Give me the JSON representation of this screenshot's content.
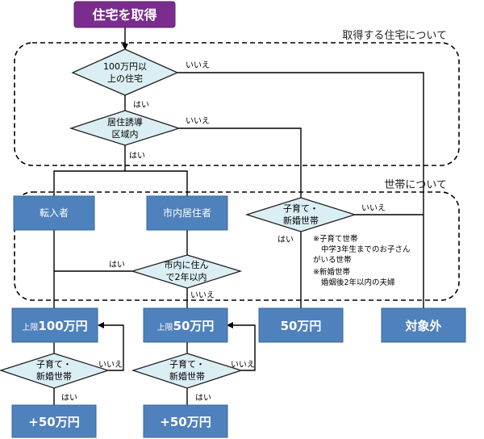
{
  "colors": {
    "box_fill": "#4f81bd",
    "box_stroke": "#3a6699",
    "title_fill": "#7b2d8e",
    "diamond_fill": "#dbeef4",
    "diamond_stroke": "#1f1f1f",
    "line": "#000000",
    "group_border": "#000000"
  },
  "title": "住宅を取得",
  "groups": {
    "housing": "取得する住宅について",
    "household": "世帯について"
  },
  "decisions": {
    "d1": [
      "100万円以",
      "上の住宅"
    ],
    "d2": [
      "居住誘導",
      "区域内"
    ],
    "d3": [
      "子育て・",
      "新婚世帯"
    ],
    "d4": [
      "市内に住ん",
      "で2年以内"
    ],
    "d5": [
      "子育て・",
      "新婚世帯"
    ],
    "d6": [
      "子育て・",
      "新婚世帯"
    ]
  },
  "boxes": {
    "tennyu": "転入者",
    "shinai": "市内居住者",
    "cap100_prefix": "上限",
    "cap100_value": "100万円",
    "cap50_prefix": "上限",
    "cap50_value": "50万円",
    "fixed50": "50万円",
    "excluded": "対象外",
    "plus50_a": "+50万円",
    "plus50_b": "+50万円"
  },
  "edge_labels": {
    "yes": "はい",
    "no": "いいえ"
  },
  "notes": {
    "kosodate_title": "※子育て世帯",
    "kosodate_body": [
      "中学3年生までのお子さん",
      "がいる世帯"
    ],
    "shinkon_title": "※新婚世帯",
    "shinkon_body": "婚姻後2年以内の夫婦"
  }
}
